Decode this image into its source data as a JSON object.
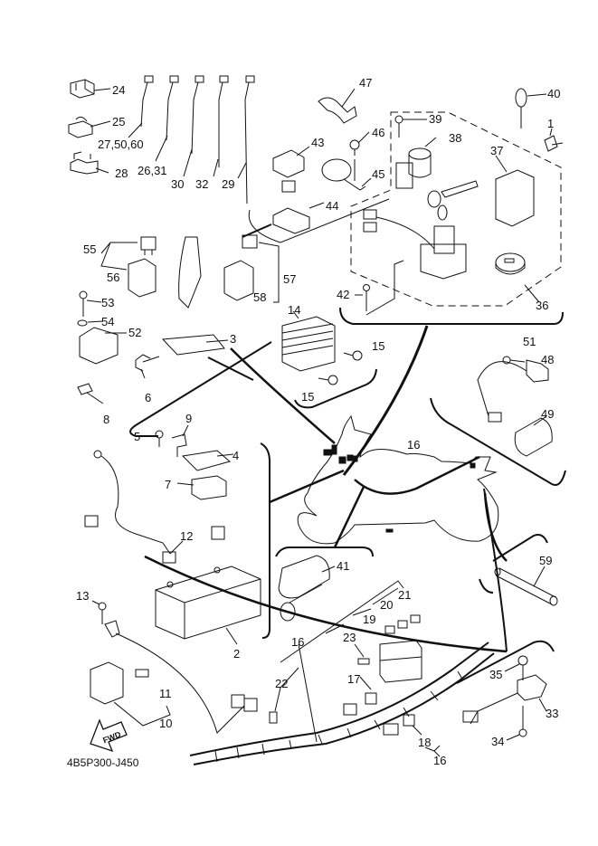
{
  "diagram": {
    "title": "Electrical parts exploded view",
    "drawing_code": "4B5P300-J450",
    "fwd_label": "FWD",
    "callouts": [
      {
        "id": "c1",
        "text": "1"
      },
      {
        "id": "c2",
        "text": "2"
      },
      {
        "id": "c3",
        "text": "3"
      },
      {
        "id": "c4",
        "text": "4"
      },
      {
        "id": "c5",
        "text": "5"
      },
      {
        "id": "c6",
        "text": "6"
      },
      {
        "id": "c7",
        "text": "7"
      },
      {
        "id": "c8",
        "text": "8"
      },
      {
        "id": "c9",
        "text": "9"
      },
      {
        "id": "c10",
        "text": "10"
      },
      {
        "id": "c11",
        "text": "11"
      },
      {
        "id": "c12",
        "text": "12"
      },
      {
        "id": "c13",
        "text": "13"
      },
      {
        "id": "c14",
        "text": "14"
      },
      {
        "id": "c15a",
        "text": "15"
      },
      {
        "id": "c15b",
        "text": "15"
      },
      {
        "id": "c16a",
        "text": "16"
      },
      {
        "id": "c16b",
        "text": "16"
      },
      {
        "id": "c16c",
        "text": "16"
      },
      {
        "id": "c17",
        "text": "17"
      },
      {
        "id": "c18",
        "text": "18"
      },
      {
        "id": "c19",
        "text": "19"
      },
      {
        "id": "c20",
        "text": "20"
      },
      {
        "id": "c21",
        "text": "21"
      },
      {
        "id": "c22",
        "text": "22"
      },
      {
        "id": "c23",
        "text": "23"
      },
      {
        "id": "c24",
        "text": "24"
      },
      {
        "id": "c25",
        "text": "25"
      },
      {
        "id": "c26",
        "text": "26,31"
      },
      {
        "id": "c27",
        "text": "27,50,60"
      },
      {
        "id": "c28",
        "text": "28"
      },
      {
        "id": "c29",
        "text": "29"
      },
      {
        "id": "c30",
        "text": "30"
      },
      {
        "id": "c32",
        "text": "32"
      },
      {
        "id": "c33",
        "text": "33"
      },
      {
        "id": "c34",
        "text": "34"
      },
      {
        "id": "c35",
        "text": "35"
      },
      {
        "id": "c36",
        "text": "36"
      },
      {
        "id": "c37",
        "text": "37"
      },
      {
        "id": "c38",
        "text": "38"
      },
      {
        "id": "c39",
        "text": "39"
      },
      {
        "id": "c40",
        "text": "40"
      },
      {
        "id": "c41",
        "text": "41"
      },
      {
        "id": "c42",
        "text": "42"
      },
      {
        "id": "c43",
        "text": "43"
      },
      {
        "id": "c44",
        "text": "44"
      },
      {
        "id": "c45",
        "text": "45"
      },
      {
        "id": "c46",
        "text": "46"
      },
      {
        "id": "c47",
        "text": "47"
      },
      {
        "id": "c48",
        "text": "48"
      },
      {
        "id": "c49",
        "text": "49"
      },
      {
        "id": "c51",
        "text": "51"
      },
      {
        "id": "c52",
        "text": "52"
      },
      {
        "id": "c53",
        "text": "53"
      },
      {
        "id": "c54",
        "text": "54"
      },
      {
        "id": "c55",
        "text": "55"
      },
      {
        "id": "c56",
        "text": "56"
      },
      {
        "id": "c57",
        "text": "57"
      },
      {
        "id": "c58",
        "text": "58"
      },
      {
        "id": "c59",
        "text": "59"
      }
    ]
  }
}
